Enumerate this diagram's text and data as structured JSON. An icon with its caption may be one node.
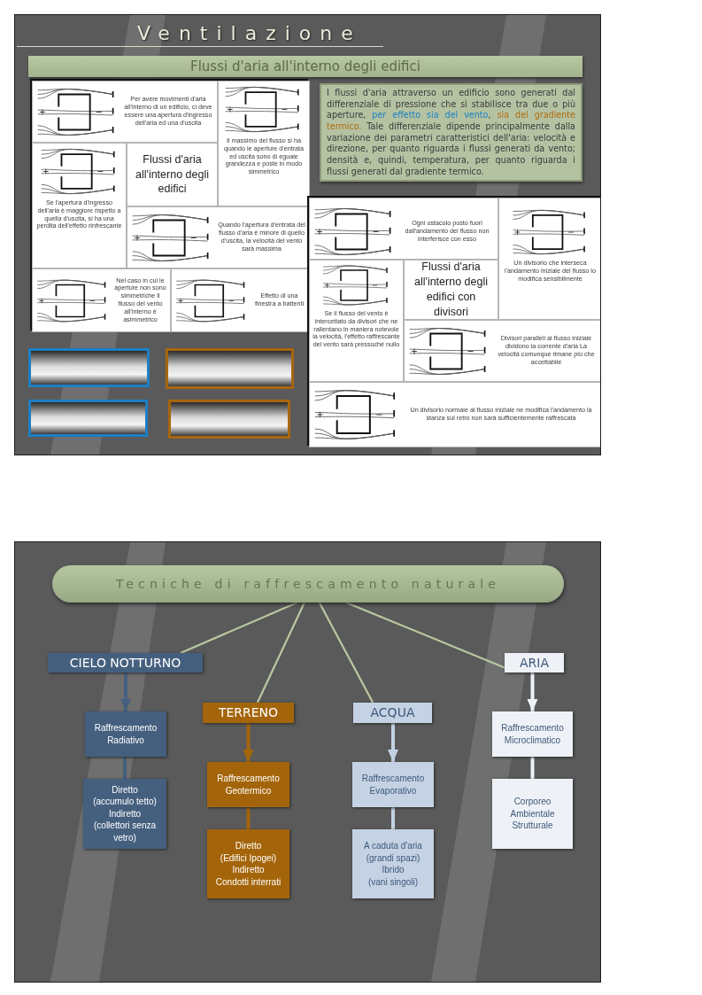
{
  "diagram": {
    "title": "Ventilazione",
    "nodes": [
      {
        "text": [
          "Flussi d'aria all'interno degli edifici"
        ]
      },
      {
        "text": [],
        "shape": "box"
      },
      {
        "text": [
          "Per avere movimenti d'aria all'interno di un edificio, ci deve essere una apertura d'ingresso dell'aria ed una d'uscita"
        ],
        "in": 1
      },
      {
        "text": [
          "Il massimo del flusso si ha quando le aperture d'entrata ed uscita sono di eguale grandezza e poste in modo simmetrico"
        ],
        "in": 1
      },
      {
        "text": [
          "Se l'apertura d'ingresso dell'aria è maggiore rispetto a quella d'uscita, si ha una perdita dell'effetto rinfrescante"
        ],
        "in": 1
      },
      {
        "text": [
          "Flussi d'aria all'interno degli edifici"
        ],
        "in": 1
      },
      {
        "text": [
          "Quando l'apertura d'entrata del flusso d'aria è minore di quello d'uscita, la velocità del vento sarà massima"
        ],
        "in": 1
      },
      {
        "text": [
          "Nel caso in cui le aperture non sono simmetriche il flusso del vento all'interno è asimmetrico"
        ],
        "in": 1
      },
      {
        "text": [
          "Effetto di una finestra a battenti"
        ],
        "in": 1
      },
      {
        "text": [
          "I flussi d'aria attraverso un edificio sono generati dal differenziale di pressione che si stabilisce tra due o più aperture, *per effetto sia del vento*, *sia del gradiente termico.* Tale differenziale dipende principalmente dalla variazione dei parametri caratteristici dell'aria: velocità e direzione, per quanto riguarda i flussi generati da vento; densità e, quindi, temperatura, per quanto riguarda i flussi generati dal gradiente termico."
        ]
      },
      {
        "text": [],
        "shape": "box"
      },
      {
        "text": [
          "Ogni ostacolo posto fuori dall'andamento del flusso non interferisce con esso"
        ],
        "in": 10
      },
      {
        "text": [
          "Un divisorio che interseca l'andamento iniziale del flusso lo modifica sensibilmente"
        ],
        "in": 10
      },
      {
        "text": [
          "Se il flusso del vento è intercettato da divisori che ne rallentano in maniera notevole la velocità, l'effetto raffrescante del vento sarà pressoché nullo"
        ],
        "in": 10
      },
      {
        "text": [
          "Flussi d'aria all'interno degli edifici con divisori"
        ],
        "in": 10
      },
      {
        "text": [
          "Divisori paralleli al flusso iniziale dividono la corrente d'aria La velocità comunque rimane più che accettabile"
        ],
        "in": 10
      },
      {
        "text": [
          "Un divisorio normale al flusso iniziale ne modifica l'andamento la stanza sul retro non sarà sufficientemente raffrescata"
        ],
        "in": 10
      },
      {
        "text": [
          "Tecniche di raffrescamento naturale"
        ]
      },
      {
        "text": [
          "CIELO NOTTURNO"
        ]
      },
      {
        "text": [
          "TERRENO"
        ]
      },
      {
        "text": [
          "ACQUA"
        ]
      },
      {
        "text": [
          "ARIA"
        ]
      },
      {
        "text": [
          "Raffrescamento Radiativo"
        ]
      },
      {
        "text": [
          "Raffrescamento Geotermico"
        ]
      },
      {
        "text": [
          "Raffrescamento Evaporativo"
        ]
      },
      {
        "text": [
          "Raffrescamento Microclimatico"
        ]
      },
      {
        "text": [
          "Diretto",
          "(accumulo tetto)",
          "Indiretto",
          "(collettori senza vetro)"
        ]
      },
      {
        "text": [
          "Diretto",
          "(Edifici Ipogei)",
          "Indiretto",
          "Condotti interrati"
        ]
      },
      {
        "text": [
          "A caduta d'aria",
          "(grandi spazi)",
          "Ibrido",
          "(vani singoli)"
        ]
      },
      {
        "text": [
          "Corporeo",
          "Ambientale",
          "Strutturale"
        ]
      }
    ],
    "edges": [
      {
        "from": 17,
        "to": 18,
        "arrow": "none"
      },
      {
        "from": 17,
        "to": 19,
        "arrow": "none"
      },
      {
        "from": 17,
        "to": 20,
        "arrow": "none"
      },
      {
        "from": 17,
        "to": 21,
        "arrow": "none"
      },
      {
        "from": 18,
        "to": 22,
        "arrow": "to",
        "color": "#45607f"
      },
      {
        "from": 19,
        "to": 23,
        "arrow": "to",
        "color": "#a4650a"
      },
      {
        "from": 20,
        "to": 24,
        "arrow": "to",
        "color": "#c4d2e4"
      },
      {
        "from": 21,
        "to": 25,
        "arrow": "to",
        "color": "#eef2f7"
      },
      {
        "from": 22,
        "to": 26,
        "arrow": "none",
        "color": "#45607f"
      },
      {
        "from": 23,
        "to": 27,
        "arrow": "none",
        "color": "#a4650a"
      },
      {
        "from": 24,
        "to": 28,
        "arrow": "none",
        "color": "#c4d2e4"
      },
      {
        "from": 25,
        "to": 29,
        "arrow": "none",
        "color": "#eef2f7"
      }
    ]
  }
}
